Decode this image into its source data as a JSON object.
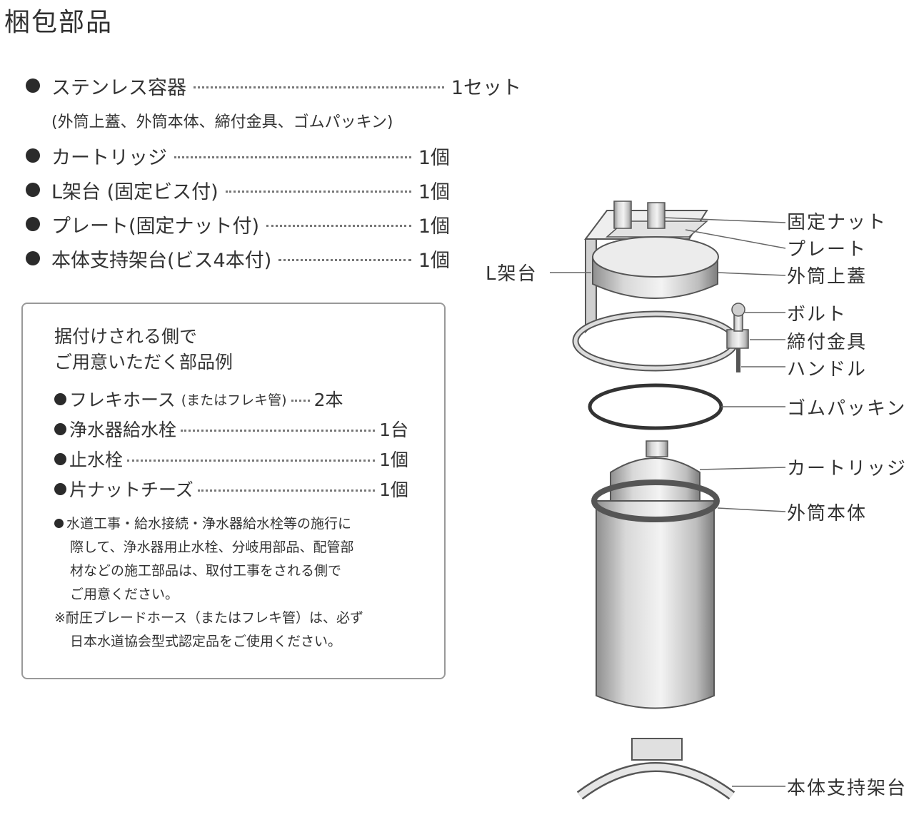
{
  "title": "梱包部品",
  "package_items": [
    {
      "name": "ステンレス容器",
      "qty": "1セット"
    },
    {
      "sub": "(外筒上蓋、外筒本体、締付金具、ゴムパッキン)"
    },
    {
      "name": "カートリッジ",
      "qty": "1個"
    },
    {
      "name": "L架台 (固定ビス付)",
      "qty": "1個"
    },
    {
      "name": "プレート(固定ナット付)",
      "qty": "1個"
    },
    {
      "name": "本体支持架台(ビス4本付)",
      "qty": "1個"
    }
  ],
  "box": {
    "heading_line1": "据付けされる側で",
    "heading_line2": "ご用意いただく部品例",
    "items": [
      {
        "name": "フレキホース",
        "note": "(またはフレキ管)",
        "qty": "2本"
      },
      {
        "name": "浄水器給水栓",
        "qty": "1台"
      },
      {
        "name": "止水栓",
        "qty": "1個"
      },
      {
        "name": "片ナットチーズ",
        "qty": "1個"
      }
    ],
    "note1_l1": "水道工事・給水接続・浄水器給水栓等の施行に",
    "note1_l2": "際して、浄水器用止水栓、分岐用部品、配管部",
    "note1_l3": "材などの施工部品は、取付工事をされる側で",
    "note1_l4": "ご用意ください。",
    "note2_l1": "※耐圧ブレードホース（またはフレキ管）は、必ず",
    "note2_l2": "日本水道協会型式認定品をご使用ください。"
  },
  "diagram_labels": {
    "nut": "固定ナット",
    "plate": "プレート",
    "bracket": "L架台",
    "lid": "外筒上蓋",
    "bolt": "ボルト",
    "clamp": "締付金具",
    "handle": "ハンドル",
    "gasket": "ゴムパッキン",
    "cartridge": "カートリッジ",
    "body": "外筒本体",
    "stand": "本体支持架台"
  }
}
